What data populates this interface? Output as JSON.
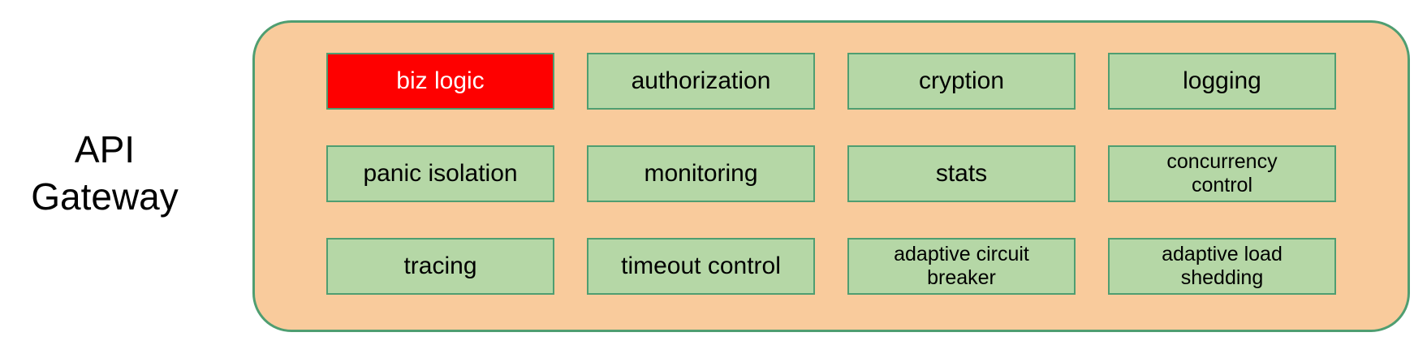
{
  "diagram": {
    "label": "API Gateway",
    "features": [
      {
        "label": "biz logic",
        "variant": "highlight"
      },
      {
        "label": "authorization",
        "variant": "default"
      },
      {
        "label": "cryption",
        "variant": "default"
      },
      {
        "label": "logging",
        "variant": "default"
      },
      {
        "label": "panic isolation",
        "variant": "default"
      },
      {
        "label": "monitoring",
        "variant": "default"
      },
      {
        "label": "stats",
        "variant": "default"
      },
      {
        "label": "concurrency\ncontrol",
        "variant": "default"
      },
      {
        "label": "tracing",
        "variant": "default"
      },
      {
        "label": "timeout control",
        "variant": "default"
      },
      {
        "label": "adaptive circuit\nbreaker",
        "variant": "default"
      },
      {
        "label": "adaptive load\nshedding",
        "variant": "default"
      }
    ],
    "colors": {
      "background": "#FFFFFF",
      "container_fill": "#F9CB9C",
      "border_green": "#4F9E71",
      "box_fill": "#B5D7A6",
      "highlight_fill": "#FE0000",
      "highlight_text": "#FFFFFF",
      "text": "#000000"
    }
  }
}
